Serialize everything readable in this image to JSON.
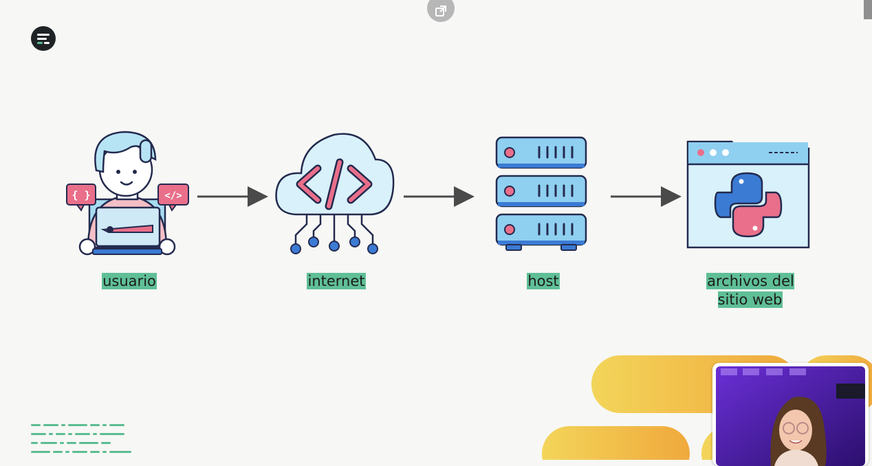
{
  "diagram": {
    "nodes": [
      {
        "label": "usuario"
      },
      {
        "label": "internet"
      },
      {
        "label": "host"
      },
      {
        "label": "archivos del sitio web"
      }
    ],
    "edges": [
      {
        "from": "usuario",
        "to": "internet"
      },
      {
        "from": "internet",
        "to": "host"
      },
      {
        "from": "host",
        "to": "archivos del sitio web"
      }
    ]
  },
  "icons": {
    "user": "developer-icon",
    "cloud": "cloud-code-icon",
    "server": "server-rack-icon",
    "browser": "python-browser-window-icon",
    "popout": "popout-icon",
    "logo": "brand-logo-icon"
  },
  "colors": {
    "highlight": "#5fbf96",
    "accent_pink": "#e96f8a",
    "accent_blue": "#3b7bd4",
    "light_blue": "#8fcff0",
    "yellow": "#f2c84b"
  }
}
